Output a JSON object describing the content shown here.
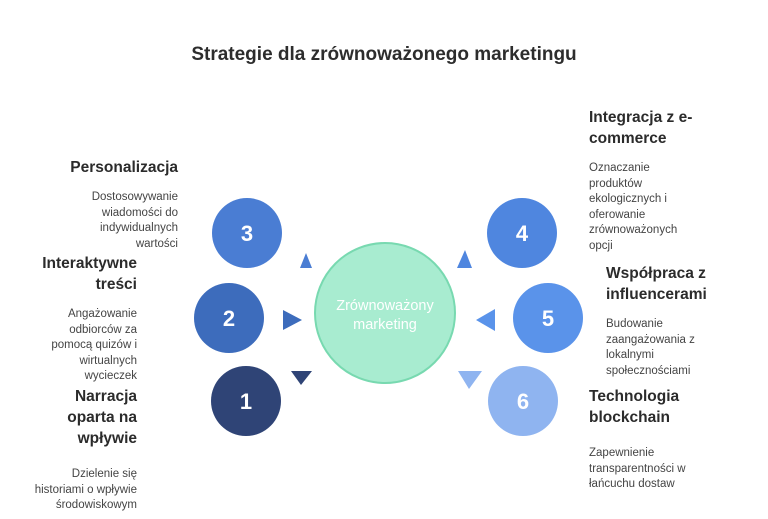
{
  "title": "Strategie dla zrównoważonego marketingu",
  "center": {
    "line1": "Zrównoważony",
    "line2": "marketing"
  },
  "nodes": [
    {
      "number": "1",
      "color": "#2f4476"
    },
    {
      "number": "2",
      "color": "#3d6cbc"
    },
    {
      "number": "3",
      "color": "#4a7dd3"
    },
    {
      "number": "4",
      "color": "#4f86df"
    },
    {
      "number": "5",
      "color": "#5a93ea"
    },
    {
      "number": "6",
      "color": "#8fb4f0"
    }
  ],
  "strategies": {
    "personalizacja": {
      "title": "Personalizacja",
      "desc": [
        "Dostosowywanie",
        "wiadomości do",
        "indywidualnych",
        "wartości"
      ]
    },
    "interaktywne": {
      "title": [
        "Interaktywne",
        "treści"
      ],
      "desc": [
        "Angażowanie",
        "odbiorców za",
        "pomocą quizów i",
        "wirtualnych",
        "wycieczek"
      ]
    },
    "narracja": {
      "title": [
        "Narracja",
        "oparta na",
        "wpływie"
      ],
      "desc": [
        "Dzielenie się",
        "historiami o wpływie",
        "środowiskowym"
      ]
    },
    "ecommerce": {
      "title": [
        "Integracja z e-",
        "commerce"
      ],
      "desc": [
        "Oznaczanie",
        "produktów",
        "ekologicznych i",
        "oferowanie",
        "zrównoważonych",
        "opcji"
      ]
    },
    "influencerzy": {
      "title": [
        "Współpraca z",
        "influencerami"
      ],
      "desc": [
        "Budowanie",
        "zaangażowania z",
        "lokalnymi",
        "społecznościami"
      ]
    },
    "blockchain": {
      "title": [
        "Technologia",
        "blockchain"
      ],
      "desc": [
        "Zapewnienie",
        "transparentności w",
        "łańcuchu dostaw"
      ]
    }
  },
  "colors": {
    "center_fill": "#a8ecd0",
    "center_stroke": "#78d9b0",
    "arrow_dark": "#2f4476",
    "arrow_mid": "#3d6cbc",
    "arrow_light": "#8fb4f0"
  }
}
